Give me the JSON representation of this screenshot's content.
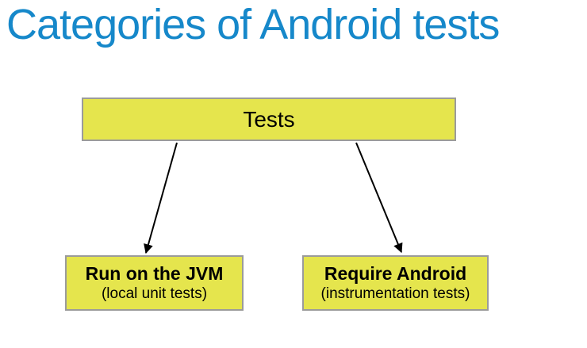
{
  "slide": {
    "title": "Categories of Android tests",
    "title_color": "#1688ca"
  },
  "diagram": {
    "type": "tree",
    "root": {
      "label": "Tests"
    },
    "children": [
      {
        "heading": "Run on the JVM",
        "subheading": "(local unit tests)"
      },
      {
        "heading": "Require Android",
        "subheading": "(instrumentation tests)"
      }
    ],
    "box_fill": "#e5e54d",
    "box_border": "#9b9b9b",
    "arrow_color": "#000000"
  }
}
